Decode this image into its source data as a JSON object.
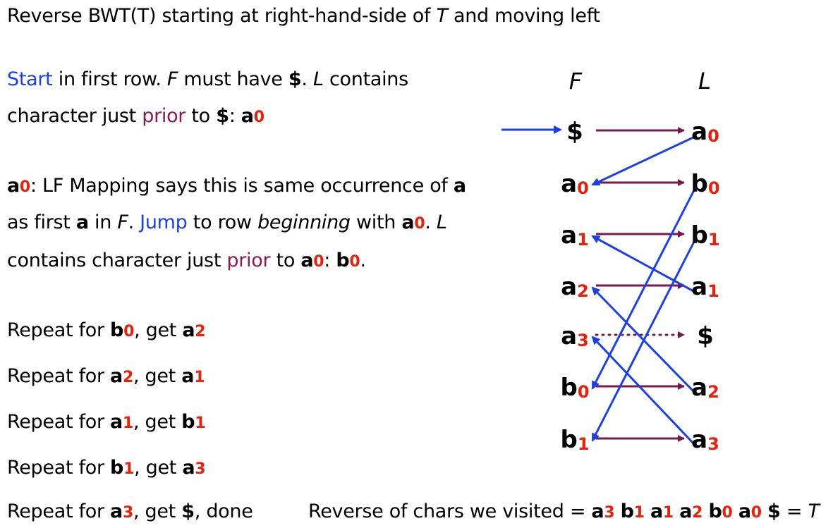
{
  "title": {
    "prefix": "Reverse BWT(T) starting at right-hand-side of ",
    "t": "T",
    "suffix": " and moving left"
  },
  "step1": {
    "start": "Start",
    "t1": " in first row. ",
    "f": "F",
    "t2": " must have ",
    "dollar": "$",
    "t3": ".  ",
    "l": "L",
    "t4": " contains",
    "t5": "character just ",
    "prior": "prior",
    "t6": " to ",
    "dollar2": "$",
    "t7": ":  ",
    "a": "a",
    "sub0": "0"
  },
  "step2": {
    "a": "a",
    "sub0": "0",
    "t1": ": LF Mapping says this is same occurrence of ",
    "a2": "a",
    "t2": "as first ",
    "a3": "a",
    "t3": " in ",
    "f": "F",
    "t4": ".  ",
    "jump": "Jump",
    "t5": " to row ",
    "beginning": "beginning",
    "t6": " with ",
    "a4": "a",
    "sub1": "0",
    "t7": ".  ",
    "l": "L",
    "t8": "contains character just ",
    "prior": "prior",
    "t9": " to ",
    "a5": "a",
    "sub2": "0",
    "t10": ": ",
    "b": "b",
    "sub3": "0",
    "t11": "."
  },
  "repeats": [
    {
      "pre": "Repeat for ",
      "c1": "b",
      "s1": "0",
      "mid": ", get ",
      "c2": "a",
      "s2": "2",
      "post": ""
    },
    {
      "pre": "Repeat for ",
      "c1": "a",
      "s1": "2",
      "mid": ", get ",
      "c2": "a",
      "s2": "1",
      "post": ""
    },
    {
      "pre": "Repeat for ",
      "c1": "a",
      "s1": "1",
      "mid": ", get ",
      "c2": "b",
      "s2": "1",
      "post": ""
    },
    {
      "pre": "Repeat for ",
      "c1": "b",
      "s1": "1",
      "mid": ", get ",
      "c2": "a",
      "s2": "3",
      "post": ""
    },
    {
      "pre": "Repeat for ",
      "c1": "a",
      "s1": "3",
      "mid": ", get ",
      "c2": "$",
      "s2": "",
      "post": ", done"
    }
  ],
  "conclusion": {
    "text": "Reverse of chars we visited = ",
    "seq": [
      {
        "c": "a",
        "s": "3"
      },
      {
        "c": "b",
        "s": "1"
      },
      {
        "c": "a",
        "s": "1"
      },
      {
        "c": "a",
        "s": "2"
      },
      {
        "c": "b",
        "s": "0"
      },
      {
        "c": "a",
        "s": "0"
      }
    ],
    "dollar": "$",
    "eq": " = ",
    "t": "T"
  },
  "diagram": {
    "headers": {
      "F": "F",
      "L": "L"
    },
    "F": [
      {
        "c": "$",
        "s": ""
      },
      {
        "c": "a",
        "s": "0"
      },
      {
        "c": "a",
        "s": "1"
      },
      {
        "c": "a",
        "s": "2"
      },
      {
        "c": "a",
        "s": "3"
      },
      {
        "c": "b",
        "s": "0"
      },
      {
        "c": "b",
        "s": "1"
      }
    ],
    "L": [
      {
        "c": "a",
        "s": "0"
      },
      {
        "c": "b",
        "s": "0"
      },
      {
        "c": "b",
        "s": "1"
      },
      {
        "c": "a",
        "s": "1"
      },
      {
        "c": "$",
        "s": ""
      },
      {
        "c": "a",
        "s": "2"
      },
      {
        "c": "a",
        "s": "3"
      }
    ],
    "row_links": [
      "solid",
      "solid",
      "solid",
      "solid",
      "dotted",
      "solid",
      "solid"
    ],
    "lf_links": [
      {
        "from_L_row": 0,
        "to_F_row": 1
      },
      {
        "from_L_row": 1,
        "to_F_row": 5
      },
      {
        "from_L_row": 2,
        "to_F_row": 6
      },
      {
        "from_L_row": 3,
        "to_F_row": 2
      },
      {
        "from_L_row": 5,
        "to_F_row": 3
      },
      {
        "from_L_row": 6,
        "to_F_row": 4
      }
    ],
    "colors": {
      "row_link": "#7a1a4c",
      "lf_link": "#1a3ff0",
      "subscript": "#e8200c"
    }
  }
}
